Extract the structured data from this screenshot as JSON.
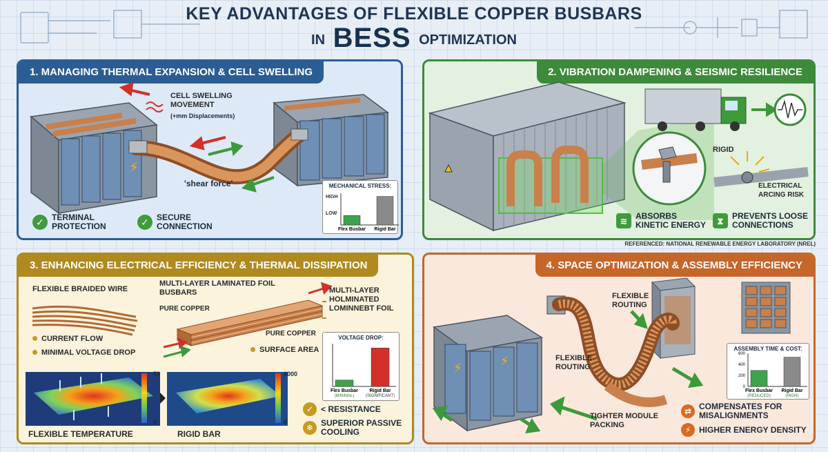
{
  "header": {
    "title_line1": "KEY ADVANTAGES OF FLEXIBLE COPPER BUSBARS",
    "title_in": "IN",
    "title_big": "BESS",
    "title_end": "OPTIMIZATION"
  },
  "panel1": {
    "title": "1. MANAGING THERMAL EXPANSION & CELL SWELLING",
    "swelling_label": "CELL SWELLING MOVEMENT",
    "swelling_sub": "(+mm Displacements)",
    "shear_label": "'shear force'",
    "features": [
      "TERMINAL PROTECTION",
      "SECURE CONNECTION"
    ],
    "chart": {
      "title": "MECHANICAL STRESS:",
      "y_high": "HIGH",
      "y_low": "LOW",
      "bars": [
        {
          "label": "Flex Busbar",
          "value": 0.3,
          "color": "#3fa34d"
        },
        {
          "label": "Rigid Bar",
          "value": 0.9,
          "color": "#8a8a8a"
        }
      ]
    }
  },
  "panel2": {
    "title": "2. VIBRATION DAMPENING & SEISMIC RESILIENCE",
    "rigid_label": "RIGID",
    "arcing_label": "ELECTRICAL ARCING RISK",
    "features": [
      "ABSORBS KINETIC ENERGY",
      "PREVENTS LOOSE CONNECTIONS"
    ],
    "reference": "REFERENCED: NATIONAL RENEWABLE ENERGY LABORATORY (NREL)"
  },
  "panel3": {
    "title": "3. ENHANCING ELECTRICAL EFFICIENCY & THERMAL DISSIPATION",
    "braided_label": "FLEXIBLE BRAIDED WIRE",
    "current_flow": "CURRENT FLOW",
    "voltage_drop_label": "MINIMAL VOLTAGE DROP",
    "laminated_label": "MULTI-LAYER LAMINATED FOIL BUSBARS",
    "pure_copper_1": "PURE COPPER",
    "pure_copper_2": "PURE COPPER",
    "surface_area": "SURFACE AREA",
    "holminated_label": "MULTI-LAYER HOLMINATED LOMINNEBT FOIL",
    "thermal_left_label": "FLEXIBLE TEMPERATURE",
    "thermal_right_label": "RIGID BAR",
    "scale_left_max": "50",
    "scale_left_min": "0",
    "scale_right_max": "6000",
    "scale_right_min": "0",
    "features": [
      "< RESISTANCE",
      "SUPERIOR PASSIVE COOLING"
    ],
    "chart": {
      "title": "VOLTAGE DROP:",
      "bars": [
        {
          "label": "Flex Busbar",
          "sub": "(MINIMAL)",
          "value": 0.15,
          "color": "#3fa34d"
        },
        {
          "label": "Rigid Bar",
          "sub": "(SIGNIFICANT)",
          "value": 0.9,
          "color": "#d3302a"
        }
      ]
    }
  },
  "panel4": {
    "title": "4. SPACE OPTIMIZATION & ASSEMBLY EFFICIENCY",
    "routing_top": "FLEXIBLE ROUTING",
    "routing_mid": "FLEXIBLE ROUTING",
    "packing_label": "TIGHTER MODULE PACKING",
    "features": [
      "COMPENSATES FOR MISALIGNMENTS",
      "HIGHER ENERGY DENSITY"
    ],
    "chart": {
      "title": "ASSEMBLY TIME & COST:",
      "y_ticks": [
        "600",
        "400",
        "200",
        "0"
      ],
      "ymax": 600,
      "bars": [
        {
          "label": "Flex Busbar",
          "sub": "(REDUCED)",
          "value": 290,
          "color": "#3fa34d"
        },
        {
          "label": "Rigid Bar",
          "sub": "(HIGH)",
          "value": 530,
          "color": "#8a8a8a"
        }
      ]
    }
  },
  "colors": {
    "copper": "#c9804a",
    "copper_dark": "#8e4e25",
    "cell_blue": "#6f8fb5",
    "bolt": "#9aa3ad"
  }
}
